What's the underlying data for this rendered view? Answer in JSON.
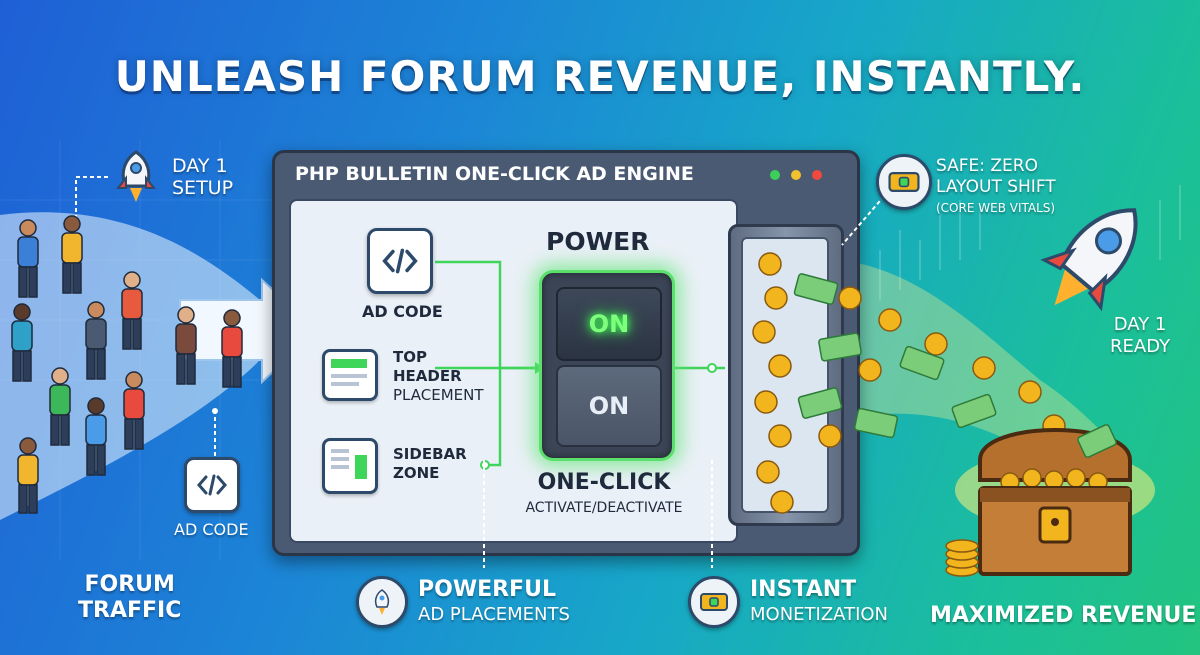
{
  "headline": "UNLEASH FORUM REVENUE, INSTANTLY.",
  "left": {
    "setup_line1": "DAY 1",
    "setup_line2": "SETUP",
    "ad_code": "AD CODE",
    "traffic_line1": "FORUM",
    "traffic_line2": "TRAFFIC"
  },
  "window": {
    "title": "PHP BULLETIN ONE-CLICK AD ENGINE",
    "dots": [
      "#3ccf5a",
      "#f2c12e",
      "#ef4a3d"
    ],
    "ad_code_label": "AD CODE",
    "top_line1": "TOP",
    "top_line2": "HEADER",
    "top_line3": "PLACEMENT",
    "side_line1": "SIDEBAR",
    "side_line2": "ZONE",
    "power_label": "POWER",
    "switch_on_top": "ON",
    "switch_on_bottom": "ON",
    "one_click": "ONE-CLICK",
    "activate": "ACTIVATE/DEACTIVATE"
  },
  "right": {
    "safe_line1": "SAFE: ZERO",
    "safe_line2": "LAYOUT SHIFT",
    "safe_line3": "(CORE WEB VITALS)",
    "ready_line1": "DAY 1",
    "ready_line2": "READY",
    "maximized": "MAXIMIZED REVENUE"
  },
  "bottom": {
    "powerful_line1": "POWERFUL",
    "powerful_line2": "AD PLACEMENTS",
    "instant_line1": "INSTANT",
    "instant_line2": "MONETIZATION"
  },
  "colors": {
    "accent_green": "#3fd45a",
    "coin_gold": "#f2b51e",
    "cash_green": "#6cc36e",
    "frame_dark": "#2d4a6b"
  }
}
